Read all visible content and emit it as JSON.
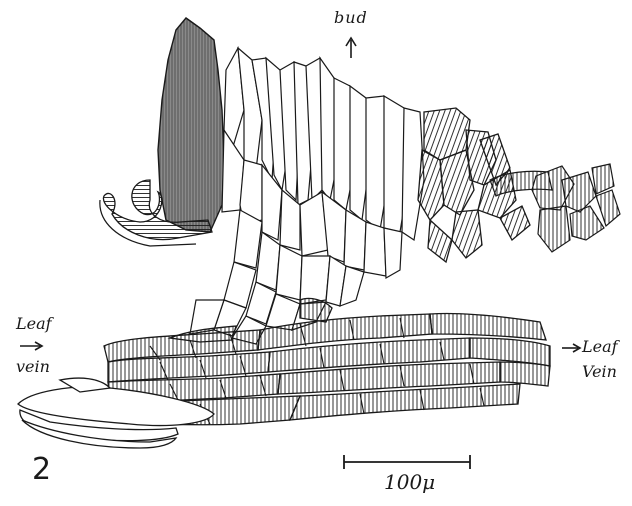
{
  "figure": {
    "number": "2",
    "labels": {
      "bud": "bud",
      "leaf_left": "Leaf",
      "vein_left": "vein",
      "leaf_right": "Leaf",
      "vein_right": "Vein"
    },
    "scale_bar": {
      "label": "100μ"
    }
  },
  "colors": {
    "ink": "#1a1a1a",
    "shaded_cell": "#7a7a7a",
    "paper": "#ffffff"
  }
}
